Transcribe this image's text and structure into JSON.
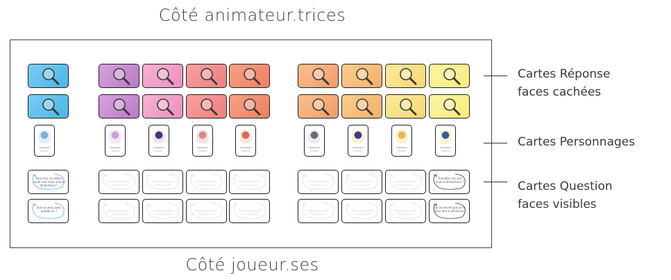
{
  "titles": {
    "top": "Côté animateur.trices",
    "bottom": "Côté joueur.ses"
  },
  "labels": {
    "response": [
      "Cartes Réponse",
      "faces cachées"
    ],
    "characters": "Cartes Personnages",
    "question": [
      "Cartes Question",
      "faces visibles"
    ]
  },
  "colors": {
    "response_cards": [
      "#4bb6e6",
      "#b77bc4",
      "#ec8fbf",
      "#ef7f80",
      "#ef7f62",
      "#f29d69",
      "#f5b06a",
      "#f7d774",
      "#f7ec7c"
    ],
    "response_gradient_ends": [
      "#79cdf1",
      "#d7a2dd",
      "#f5b2d3",
      "#f6a1a0",
      "#f6a184",
      "#f8c08d",
      "#f9cd8d",
      "#fbea9b",
      "#fcf5a5"
    ]
  },
  "icons": {
    "response_card": "magnifying-glass-icon",
    "question_card": "speech-bubble-icon"
  },
  "question_cards": {
    "blue_1": "Pour moi ce métier serait une vraie source de bonheur ?",
    "blue_2": "Suis-je venu avec quelqu'un ?",
    "black_1": "Travailler est une source de bonheur ?",
    "black_2": "J'ai un secret que je ne peux dire à personne ?"
  }
}
